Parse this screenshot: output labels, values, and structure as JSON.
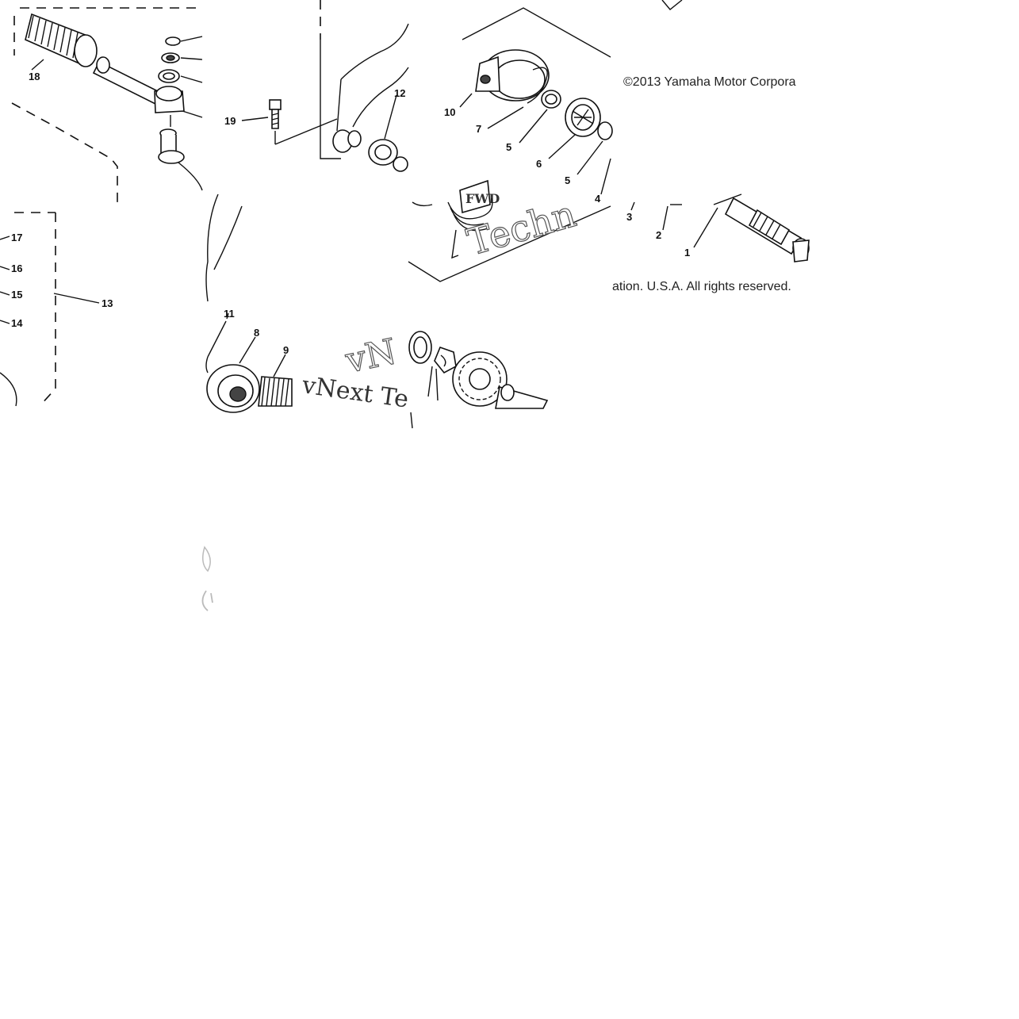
{
  "diagram": {
    "copyright_top": "©2013 Yamaha Motor Corpora",
    "copyright_bottom": "ation. U.S.A. All rights reserved.",
    "watermark_a": "vNext Te",
    "watermark_b": "Techn",
    "watermark_c": "vN",
    "fwd_tag": "FWD",
    "callouts": {
      "c1": "1",
      "c2": "2",
      "c3": "3",
      "c4": "4",
      "c5a": "5",
      "c5b": "5",
      "c6": "6",
      "c7": "7",
      "c8": "8",
      "c9": "9",
      "c10": "10",
      "c11": "11",
      "c12": "12",
      "c13": "13",
      "c14": "14",
      "c15": "15",
      "c16": "16",
      "c17": "17",
      "c18": "18",
      "c19": "19"
    }
  }
}
